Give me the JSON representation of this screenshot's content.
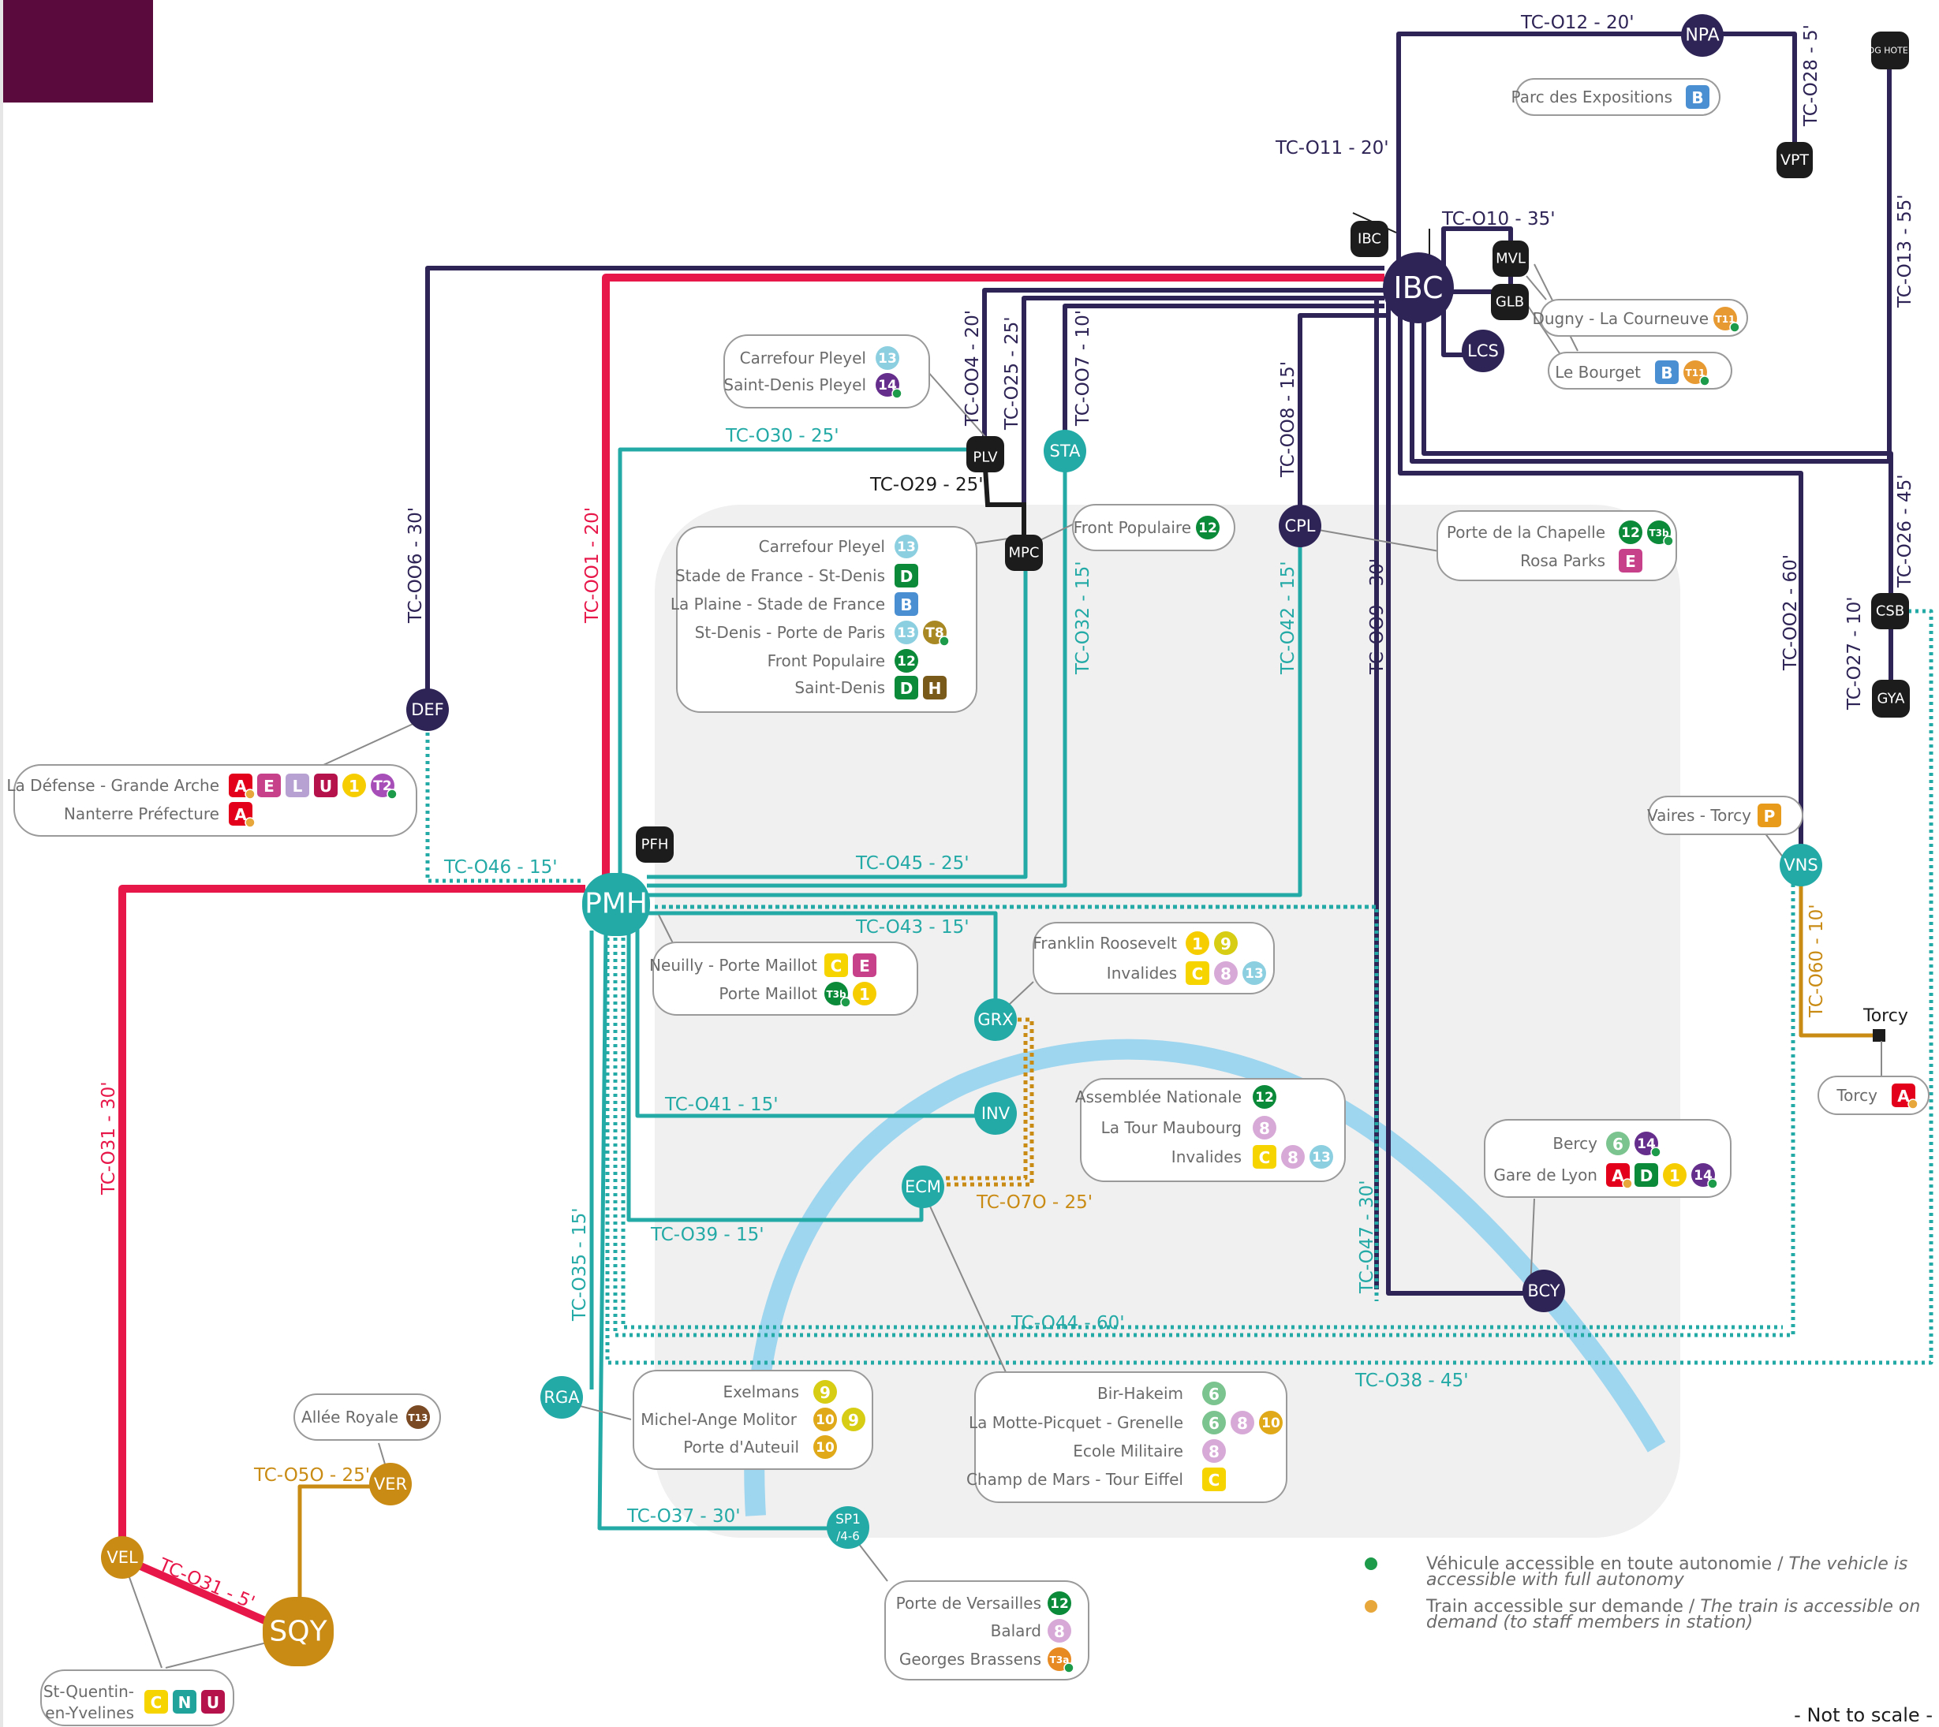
{
  "colors": {
    "navy": "#2f2456",
    "red": "#e8174a",
    "teal": "#23a9a6",
    "ochre": "#c98b14",
    "black": "#1c1c1c",
    "river": "#8fd0ef",
    "area": "#f0f0f0",
    "corner": "#5a0a3c",
    "access_green": "#1e9a4b",
    "access_orange": "#e7a73a"
  },
  "stations": {
    "NPA": "NPA",
    "VPT": "VPT",
    "CDG": "CDG HOTELS",
    "IBC": "IBC",
    "IBC_small": "IBC",
    "MVL": "MVL",
    "GLB": "GLB",
    "LCS": "LCS",
    "PLV": "PLV",
    "STA": "STA",
    "MPC": "MPC",
    "CPL": "CPL",
    "CSB": "CSB",
    "GYA": "GYA",
    "DEF": "DEF",
    "PFH": "PFH",
    "PMH": "PMH",
    "VNS": "VNS",
    "GRX": "GRX",
    "INV": "INV",
    "ECM": "ECM",
    "BCY": "BCY",
    "RGA": "RGA",
    "VER": "VER",
    "VEL": "VEL",
    "SQY": "SQY",
    "SP1": "SP1",
    "SP1b": "/4-6",
    "Torcy": "Torcy"
  },
  "routes": {
    "TC012": "TC-O12 - 20'",
    "TC028": "TC-O28 - 5'",
    "TC011": "TC-O11 - 20'",
    "TC010": "TC-O10 - 35'",
    "TC013": "TC-O13 - 55'",
    "TC004": "TC-OO4 - 20'",
    "TC025": "TC-O25 - 25'",
    "TC007": "TC-OO7 - 10'",
    "TC030": "TC-O30 - 25'",
    "TC029": "TC-O29 - 25'",
    "TC008": "TC-OO8 - 15'",
    "TC026": "TC-O26 - 45'",
    "TC006": "TC-OO6 - 30'",
    "TC001": "TC-OO1 - 20'",
    "TC032": "TC-O32 - 15'",
    "TC042": "TC-O42 - 15'",
    "TC009": "TC-OO9 - 30'",
    "TC002": "TC-OO2 - 60'",
    "TC027": "TC-O27 - 10'",
    "TC046": "TC-O46 - 15'",
    "TC045": "TC-O45 - 25'",
    "TC043": "TC-O43 - 15'",
    "TC060": "TC-O60 - 10'",
    "TC031": "TC-O31 - 30'",
    "TC041": "TC-O41 - 15'",
    "TC070": "TC-O7O - 25'",
    "TC039": "TC-O39 - 15'",
    "TC035": "TC-O35 - 15'",
    "TC047": "TC-O47 - 30'",
    "TC044": "TC-O44 - 60'",
    "TC038": "TC-O38 - 45'",
    "TC050": "TC-O5O - 25'",
    "TC031b": "TC-O31 - 5'",
    "TC037": "TC-O37 - 30'"
  },
  "callouts": {
    "parc": {
      "names": [
        "Parc des Expositions"
      ],
      "badges": [
        [
          "B"
        ]
      ]
    },
    "dugny": {
      "names": [
        "Dugny - La Courneuve"
      ],
      "badges": [
        [
          "T11"
        ]
      ]
    },
    "bourget": {
      "names": [
        "Le Bourget"
      ],
      "badges": [
        [
          "B",
          "T11"
        ]
      ]
    },
    "pleyel": {
      "names": [
        "Carrefour Pleyel",
        "Saint-Denis Pleyel"
      ],
      "badges": [
        [
          "13"
        ],
        [
          "14"
        ]
      ]
    },
    "stade": {
      "names": [
        "Carrefour Pleyel",
        "Stade de France - St-Denis",
        "La Plaine - Stade de France",
        "St-Denis - Porte de Paris",
        "Front Populaire",
        "Saint-Denis"
      ],
      "badges": [
        [
          "13"
        ],
        [
          "D"
        ],
        [
          "B"
        ],
        [
          "13",
          "T8"
        ],
        [
          "12"
        ],
        [
          "D",
          "H"
        ]
      ]
    },
    "frontpop": {
      "names": [
        "Front Populaire"
      ],
      "badges": [
        [
          "12"
        ]
      ]
    },
    "chapelle": {
      "names": [
        "Porte de la Chapelle",
        "Rosa Parks"
      ],
      "badges": [
        [
          "12",
          "T3b"
        ],
        [
          "E"
        ]
      ]
    },
    "defense": {
      "names": [
        "La Défense - Grande Arche",
        "Nanterre Préfecture"
      ],
      "badges": [
        [
          "A",
          "E",
          "L",
          "U",
          "1",
          "T2"
        ],
        [
          "A"
        ]
      ]
    },
    "vaires": {
      "names": [
        "Vaires - Torcy"
      ],
      "badges": [
        [
          "P"
        ]
      ]
    },
    "torcy": {
      "names": [
        "Torcy"
      ],
      "badges": [
        [
          "A"
        ]
      ]
    },
    "maillot": {
      "names": [
        "Neuilly - Porte Maillot",
        "Porte Maillot"
      ],
      "badges": [
        [
          "C",
          "E"
        ],
        [
          "T3b",
          "1"
        ]
      ]
    },
    "franklin": {
      "names": [
        "Franklin Roosevelt",
        "Invalides"
      ],
      "badges": [
        [
          "1",
          "9"
        ],
        [
          "C",
          "8",
          "13"
        ]
      ]
    },
    "assemblee": {
      "names": [
        "Assemblée Nationale",
        "La Tour Maubourg",
        "Invalides"
      ],
      "badges": [
        [
          "12"
        ],
        [
          "8"
        ],
        [
          "C",
          "8",
          "13"
        ]
      ]
    },
    "bercy": {
      "names": [
        "Bercy",
        "Gare de Lyon"
      ],
      "badges": [
        [
          "6",
          "14"
        ],
        [
          "A",
          "D",
          "1",
          "14"
        ]
      ]
    },
    "exelmans": {
      "names": [
        "Exelmans",
        "Michel-Ange Molitor",
        "Porte d'Auteuil"
      ],
      "badges": [
        [
          "9"
        ],
        [
          "10",
          "9"
        ],
        [
          "10"
        ]
      ]
    },
    "birhakeim": {
      "names": [
        "Bir-Hakeim",
        "La Motte-Picquet - Grenelle",
        "Ecole Militaire",
        "Champ de Mars - Tour Eiffel"
      ],
      "badges": [
        [
          "6"
        ],
        [
          "6",
          "8",
          "10"
        ],
        [
          "8"
        ],
        [
          "C"
        ]
      ]
    },
    "allee": {
      "names": [
        "Allée Royale"
      ],
      "badges": [
        [
          "T13"
        ]
      ]
    },
    "versailles": {
      "names": [
        "Porte de Versailles",
        "Balard",
        "Georges Brassens"
      ],
      "badges": [
        [
          "12"
        ],
        [
          "8"
        ],
        [
          "T3a"
        ]
      ]
    },
    "sqy": {
      "names": [
        "St-Quentin-",
        "en-Yvelines"
      ],
      "badges": [
        [
          "C",
          "N",
          "U"
        ]
      ]
    }
  },
  "torcy_label": "Torcy",
  "legend": {
    "green_fr": "Véhicule accessible en toute autonomie /",
    "green_en1": "The vehicle is",
    "green_en2": "accessible with full autonomy",
    "orange_fr": "Train accessible sur demande /",
    "orange_en1": "The train is accessible on",
    "orange_en2": "demand (to staff members in station)"
  },
  "scale_note": "- Not to scale -"
}
